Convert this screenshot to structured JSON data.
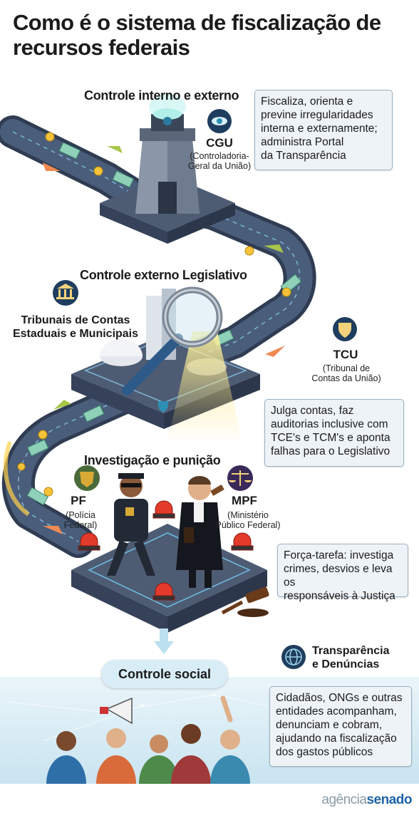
{
  "title": "Como é o sistema de fiscalização de recursos federais",
  "sections": {
    "interno_externo": "Controle interno e externo",
    "legislativo": "Controle externo Legislativo",
    "investigacao": "Investigação e punição",
    "social": "Controle social"
  },
  "cgu": {
    "sigla": "CGU",
    "nome": "(Controladoria-\nGeral da União)",
    "descricao": "Fiscaliza, orienta e\nprevine irregularidades\ninterna e externamente;\nadministra Portal\nda Transparência"
  },
  "tribunais": {
    "nome": "Tribunais de Contas\nEstaduais e Municipais"
  },
  "tcu": {
    "sigla": "TCU",
    "nome": "(Tribunal de\nContas da União)",
    "descricao": "Julga contas, faz\nauditorias inclusive com\nTCE's e TCM's e aponta\nfalhas para o Legislativo"
  },
  "pf": {
    "sigla": "PF",
    "nome": "(Polícia\nFederal)"
  },
  "mpf": {
    "sigla": "MPF",
    "nome": "(Ministério\nPúblico Federal)"
  },
  "forca_tarefa": "Força-tarefa:  investiga\ncrimes, desvios e leva os\nresponsáveis à Justiça",
  "transparencia": "Transparência\ne Denúncias",
  "social_descricao": "Cidadãos, ONGs e outras\nentidades acompanham,\ndenunciam e cobram,\najudando na fiscalização\ndos gastos públicos",
  "brand": {
    "part1": "agência",
    "part2": "senado"
  },
  "icons": [
    "eye-icon",
    "columns-building-icon",
    "shield-icon",
    "police-badge-icon",
    "scales-icon",
    "globe-icon",
    "gavel-icon",
    "megaphone-icon",
    "alarm-light-icon"
  ],
  "colors": {
    "road": "#3e4e66",
    "road_edge": "#5b6f8c",
    "platform": "#56657c",
    "teal": "#2f8fb3",
    "alarm": "#e23b2b",
    "bg_social": "#d8ecf5",
    "brand_blue": "#1c63a8"
  }
}
